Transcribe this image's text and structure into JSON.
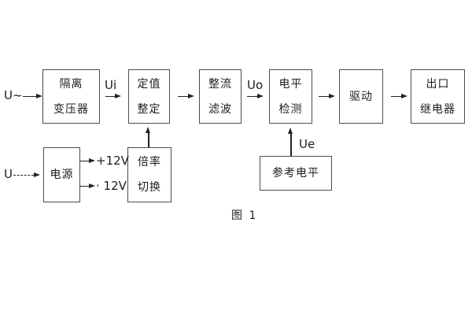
{
  "figure": {
    "caption": "图 1",
    "colors": {
      "line": "#4c4c4c",
      "arrow": "#222222",
      "text": "#1d1d1d",
      "background": "#ffffff"
    }
  },
  "signals": {
    "ac_input": "U~",
    "dc_input": "U",
    "ui": "Ui",
    "uo": "Uo",
    "ue": "Ue",
    "plus_12v": "+12V",
    "minus_12v": "· 12V"
  },
  "blocks": {
    "isolation_transformer": {
      "line1": "隔离",
      "line2": "变压器"
    },
    "value_setting": {
      "line1": "定值",
      "line2": "整定"
    },
    "rectifier_filter": {
      "line1": "整流",
      "line2": "滤波"
    },
    "level_detection": {
      "line1": "电平",
      "line2": "检测"
    },
    "drive": {
      "label": "驱动"
    },
    "output_relay": {
      "line1": "出口",
      "line2": "继电器"
    },
    "power_supply": {
      "label": "电源"
    },
    "ratio_switch": {
      "line1": "倍率",
      "line2": "切换"
    },
    "reference_level": {
      "label": "参考电平"
    }
  }
}
